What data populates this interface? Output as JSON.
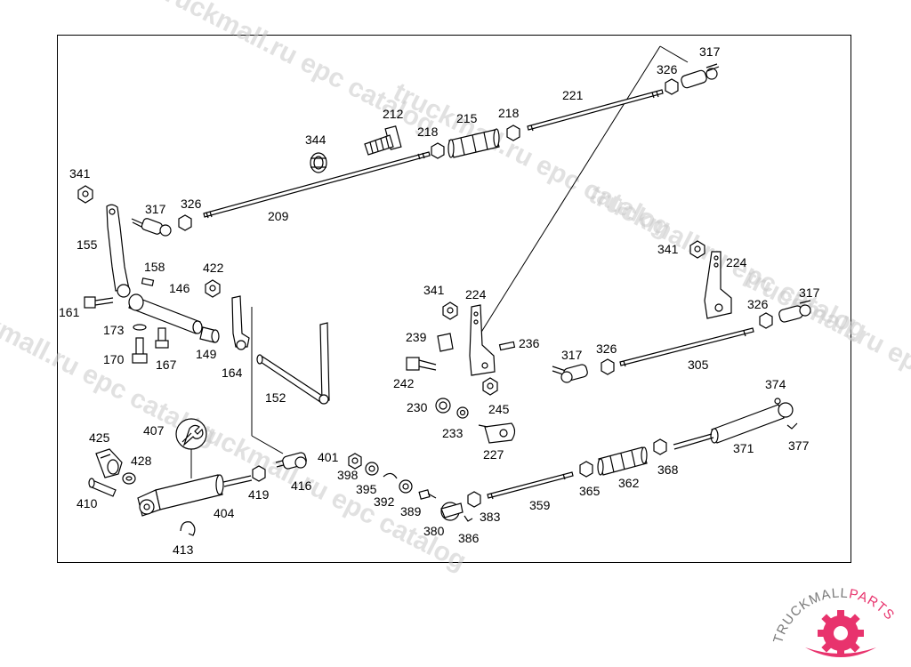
{
  "labels": [
    {
      "id": "l341a",
      "text": "341"
    },
    {
      "id": "l317a",
      "text": "317"
    },
    {
      "id": "l326a",
      "text": "326"
    },
    {
      "id": "l209",
      "text": "209"
    },
    {
      "id": "l344",
      "text": "344"
    },
    {
      "id": "l212",
      "text": "212"
    },
    {
      "id": "l218a",
      "text": "218"
    },
    {
      "id": "l215",
      "text": "215"
    },
    {
      "id": "l218b",
      "text": "218"
    },
    {
      "id": "l221",
      "text": "221"
    },
    {
      "id": "l326b",
      "text": "326"
    },
    {
      "id": "l317b",
      "text": "317"
    },
    {
      "id": "l155",
      "text": "155"
    },
    {
      "id": "l158",
      "text": "158"
    },
    {
      "id": "l422",
      "text": "422"
    },
    {
      "id": "l146",
      "text": "146"
    },
    {
      "id": "l161",
      "text": "161"
    },
    {
      "id": "l173",
      "text": "173"
    },
    {
      "id": "l170",
      "text": "170"
    },
    {
      "id": "l167",
      "text": "167"
    },
    {
      "id": "l149",
      "text": "149"
    },
    {
      "id": "l164",
      "text": "164"
    },
    {
      "id": "l152",
      "text": "152"
    },
    {
      "id": "l341b",
      "text": "341"
    },
    {
      "id": "l224a",
      "text": "224"
    },
    {
      "id": "l239",
      "text": "239"
    },
    {
      "id": "l236",
      "text": "236"
    },
    {
      "id": "l242",
      "text": "242"
    },
    {
      "id": "l230",
      "text": "230"
    },
    {
      "id": "l245",
      "text": "245"
    },
    {
      "id": "l233",
      "text": "233"
    },
    {
      "id": "l227",
      "text": "227"
    },
    {
      "id": "l341c",
      "text": "341"
    },
    {
      "id": "l224b",
      "text": "224"
    },
    {
      "id": "l317c",
      "text": "317"
    },
    {
      "id": "l326c",
      "text": "326"
    },
    {
      "id": "l317d",
      "text": "317"
    },
    {
      "id": "l326d",
      "text": "326"
    },
    {
      "id": "l305",
      "text": "305"
    },
    {
      "id": "l374",
      "text": "374"
    },
    {
      "id": "l371",
      "text": "371"
    },
    {
      "id": "l377",
      "text": "377"
    },
    {
      "id": "l368",
      "text": "368"
    },
    {
      "id": "l362",
      "text": "362"
    },
    {
      "id": "l365",
      "text": "365"
    },
    {
      "id": "l359",
      "text": "359"
    },
    {
      "id": "l383",
      "text": "383"
    },
    {
      "id": "l380",
      "text": "380"
    },
    {
      "id": "l386",
      "text": "386"
    },
    {
      "id": "l389",
      "text": "389"
    },
    {
      "id": "l392",
      "text": "392"
    },
    {
      "id": "l395",
      "text": "395"
    },
    {
      "id": "l398",
      "text": "398"
    },
    {
      "id": "l401",
      "text": "401"
    },
    {
      "id": "l416",
      "text": "416"
    },
    {
      "id": "l419",
      "text": "419"
    },
    {
      "id": "l404",
      "text": "404"
    },
    {
      "id": "l407",
      "text": "407"
    },
    {
      "id": "l425",
      "text": "425"
    },
    {
      "id": "l428",
      "text": "428"
    },
    {
      "id": "l410",
      "text": "410"
    },
    {
      "id": "l413",
      "text": "413"
    }
  ],
  "watermarks": [
    {
      "id": "w1",
      "text": "truckmall.ru epc catalog"
    },
    {
      "id": "w2",
      "text": "truckmall.ru epc catalog"
    },
    {
      "id": "w3",
      "text": "truckmall.ru epc catalog"
    },
    {
      "id": "w4",
      "text": "truckmall.ru epc catalog"
    },
    {
      "id": "w5",
      "text": "truckmall.ru epc catalog"
    },
    {
      "id": "w6",
      "text": "truckmall.ru epc catalog"
    }
  ],
  "logo": {
    "part1": "TRUCKMALL",
    "part2": "PARTS"
  },
  "colors": {
    "line": "#000000",
    "watermark": "#c9c9c9",
    "logo_gray": "#7a7a7a",
    "logo_pink": "#e8336d"
  }
}
